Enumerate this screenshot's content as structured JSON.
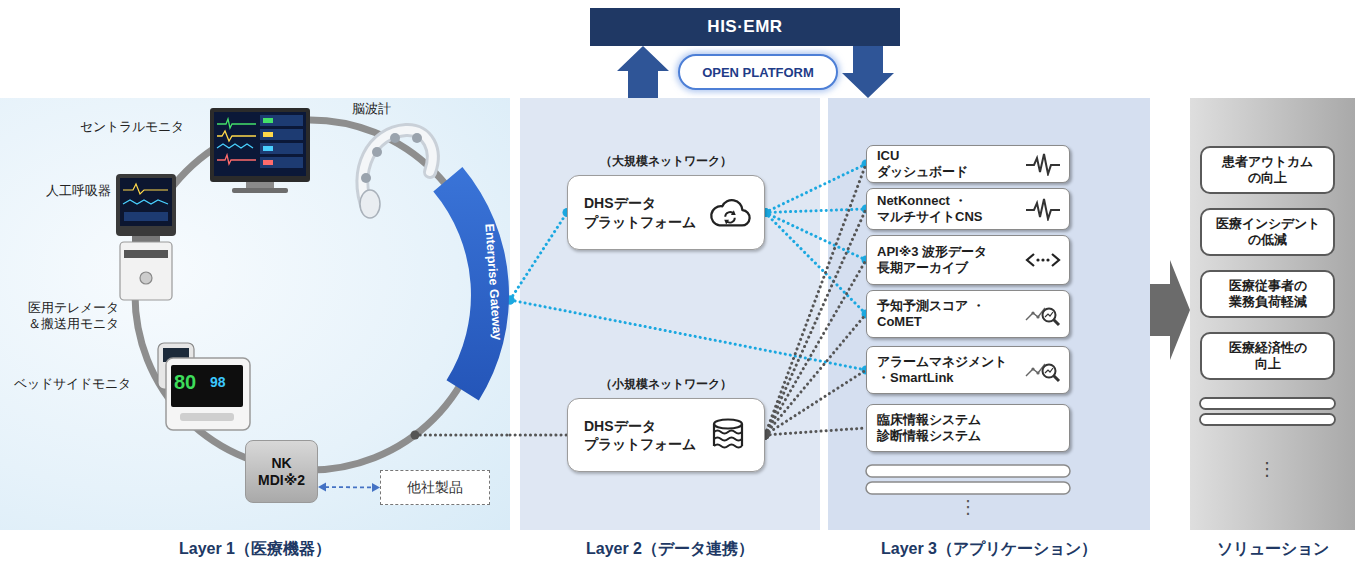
{
  "diagram": {
    "nodes": [
      {
        "text": [
          "HIS·EMR"
        ]
      },
      {
        "text": [
          "OPEN PLATFORM"
        ]
      },
      {
        "text": [
          "Layer 1（医療機器）"
        ]
      },
      {
        "text": [
          "Enterprise Gateway"
        ],
        "in": 2
      },
      {
        "text": [
          "NK MDI※2"
        ],
        "in": 2
      },
      {
        "text": [
          "他社製品"
        ],
        "in": 2
      },
      {
        "text": [
          "Layer 2（データ連携）"
        ]
      },
      {
        "text": [
          "（大規模ネットワーク）",
          "DHSデータ プラットフォーム"
        ],
        "in": 6
      },
      {
        "text": [
          "（小規模ネットワーク）",
          "DHSデータ プラットフォーム"
        ],
        "in": 6
      },
      {
        "text": [
          "Layer 3（アプリケーション）"
        ]
      },
      {
        "text": [
          "ICU ダッシュボード"
        ],
        "in": 9
      },
      {
        "text": [
          "NetKonnect ・マルチサイトCNS"
        ],
        "in": 9
      },
      {
        "text": [
          "API※3 波形データ 長期アーカイブ"
        ],
        "in": 9
      },
      {
        "text": [
          "予知予測スコア ・CoMET"
        ],
        "in": 9
      },
      {
        "text": [
          "アラームマネジメント ・SmartLink"
        ],
        "in": 9
      },
      {
        "text": [
          "臨床情報システム 診断情報システム"
        ],
        "in": 9
      },
      {
        "text": [
          "ソリューション"
        ]
      },
      {
        "text": [
          "患者アウトカム の向上"
        ],
        "in": 16
      },
      {
        "text": [
          "医療インシデント の低減"
        ],
        "in": 16
      },
      {
        "text": [
          "医療従事者の 業務負荷軽減"
        ],
        "in": 16
      },
      {
        "text": [
          "医療経済性の 向上"
        ],
        "in": 16
      }
    ],
    "edges": [
      {
        "from": 6,
        "to": 0,
        "arrow": "to"
      },
      {
        "from": 0,
        "to": 9,
        "arrow": "to"
      },
      {
        "from": 4,
        "to": 5,
        "arrow": "both"
      },
      {
        "from": 3,
        "to": 7,
        "arrow": "none"
      },
      {
        "from": 3,
        "to": 14,
        "arrow": "none"
      },
      {
        "from": 7,
        "to": 10,
        "arrow": "none"
      },
      {
        "from": 7,
        "to": 11,
        "arrow": "none"
      },
      {
        "from": 7,
        "to": 12,
        "arrow": "none"
      },
      {
        "from": 7,
        "to": 13,
        "arrow": "none"
      },
      {
        "from": 2,
        "to": 8,
        "arrow": "none"
      },
      {
        "from": 8,
        "to": 10,
        "arrow": "none"
      },
      {
        "from": 8,
        "to": 11,
        "arrow": "none"
      },
      {
        "from": 8,
        "to": 12,
        "arrow": "none"
      },
      {
        "from": 8,
        "to": 13,
        "arrow": "none"
      },
      {
        "from": 8,
        "to": 14,
        "arrow": "none"
      },
      {
        "from": 8,
        "to": 15,
        "arrow": "none"
      },
      {
        "from": 9,
        "to": 16,
        "arrow": "to"
      }
    ],
    "labels": [
      "セントラルモニタ",
      "脳波計",
      "人工呼吸器",
      "医用テレメータ ＆搬送用モニタ",
      "ベッドサイドモニタ",
      "80",
      "98",
      "⋮",
      "⋮"
    ]
  }
}
